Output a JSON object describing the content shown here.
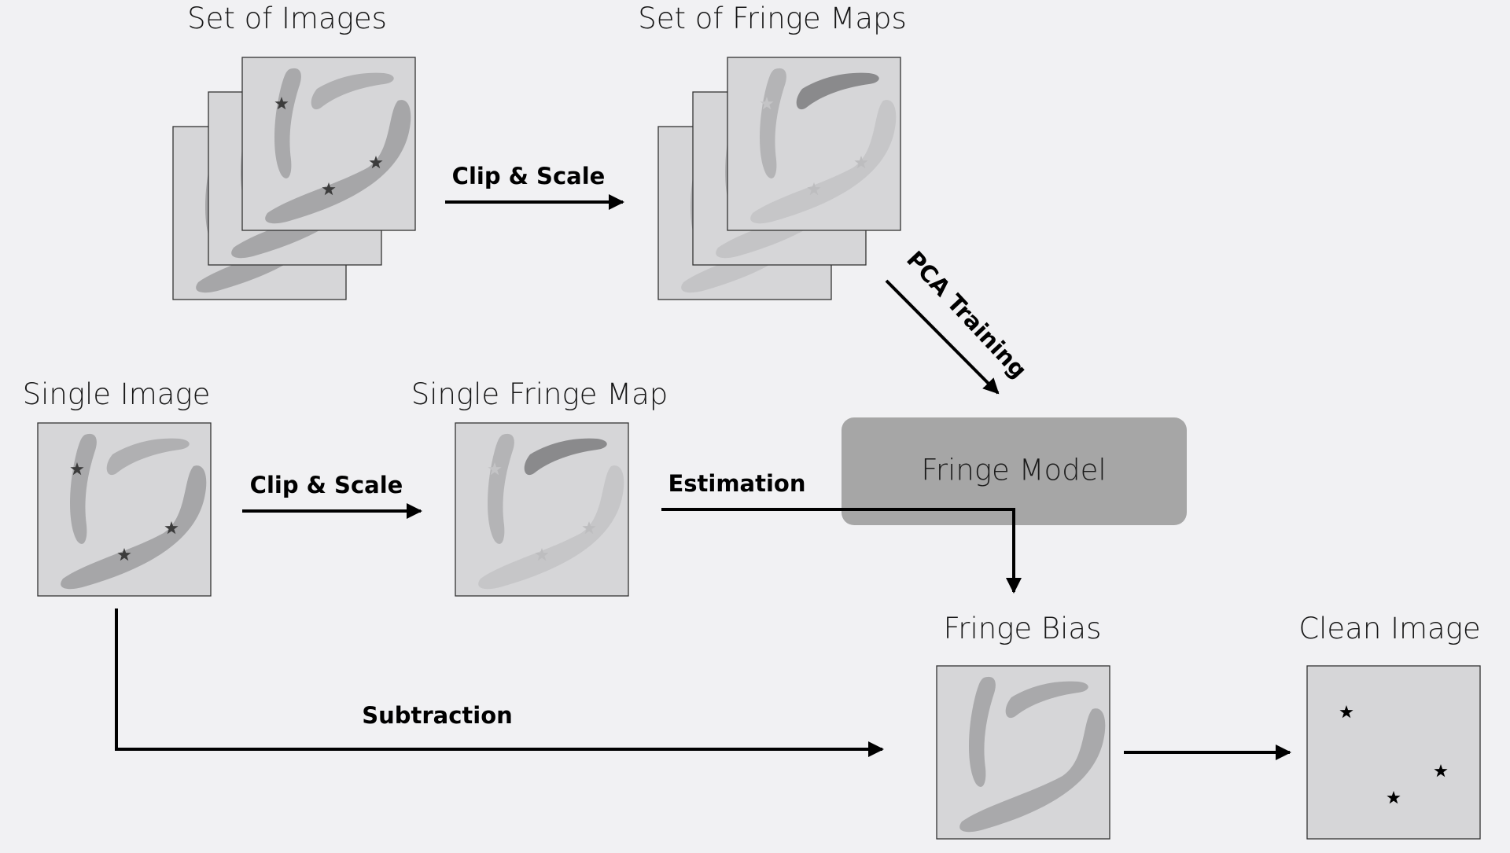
{
  "labels": {
    "set_of_images": "Set of Images",
    "set_of_fringe_maps": "Set of Fringe Maps",
    "single_image": "Single Image",
    "single_fringe_map": "Single Fringe Map",
    "fringe_bias": "Fringe Bias",
    "clean_image": "Clean Image"
  },
  "operations": {
    "clip_scale_top": "Clip & Scale",
    "clip_scale_mid": "Clip & Scale",
    "pca_training": "PCA Training",
    "estimation": "Estimation",
    "subtraction": "Subtraction"
  },
  "model": {
    "label": "Fringe Model"
  },
  "colors": {
    "background": "#f1f1f3",
    "panel_fill": "#d6d6d8",
    "panel_stroke": "#333333",
    "model_fill": "#a6a6a6",
    "arrow": "#000000"
  },
  "icons": [
    "star-icon",
    "arrow-icon"
  ]
}
